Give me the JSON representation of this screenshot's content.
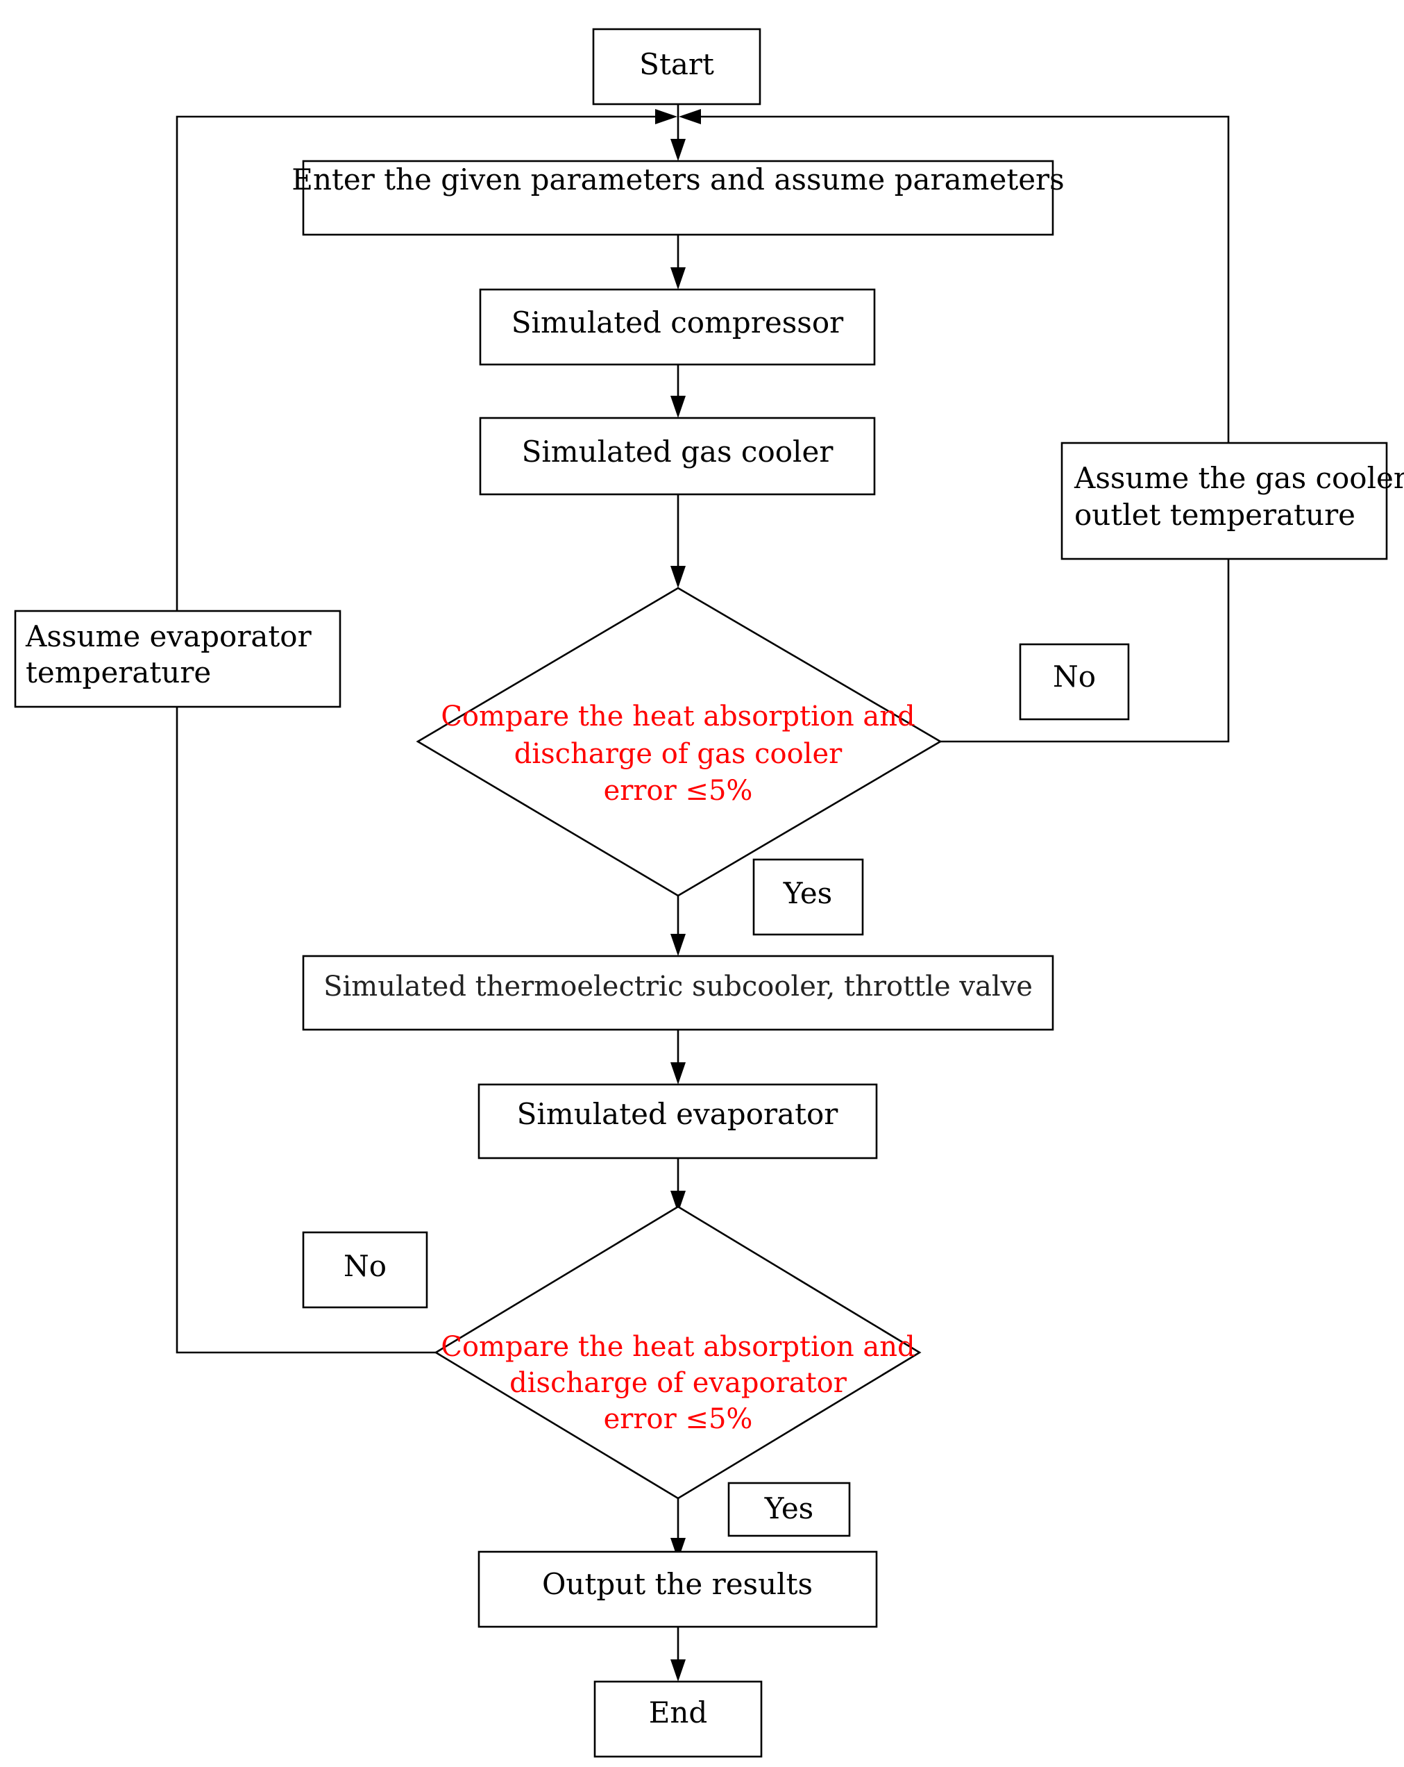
{
  "nodes": {
    "start": "Start",
    "enter_params": "Enter the given parameters and assume parameters",
    "sim_compressor": "Simulated compressor",
    "sim_gas_cooler": "Simulated gas cooler",
    "decision_gas_cooler": {
      "line1": "Compare the heat absorption and",
      "line2": "discharge of gas cooler",
      "line3": "error ≤5%"
    },
    "sim_subcooler_valve": "Simulated thermoelectric subcooler, throttle valve",
    "sim_evaporator": "Simulated evaporator",
    "decision_evaporator": {
      "line1": "Compare the heat absorption and",
      "line2": "discharge of evaporator",
      "line3": "error ≤5%"
    },
    "output_results": "Output the results",
    "end": "End",
    "assume_gas_cooler_outlet": {
      "line1": "Assume the gas cooler",
      "line2": "outlet temperature"
    },
    "assume_evaporator_temp": {
      "line1": "Assume evaporator",
      "line2": "temperature"
    }
  },
  "branch_labels": {
    "gas_cooler_no": "No",
    "gas_cooler_yes": "Yes",
    "evaporator_no": "No",
    "evaporator_yes": "Yes"
  },
  "colors": {
    "decision_text": "#ff0000",
    "stroke": "#000000"
  }
}
